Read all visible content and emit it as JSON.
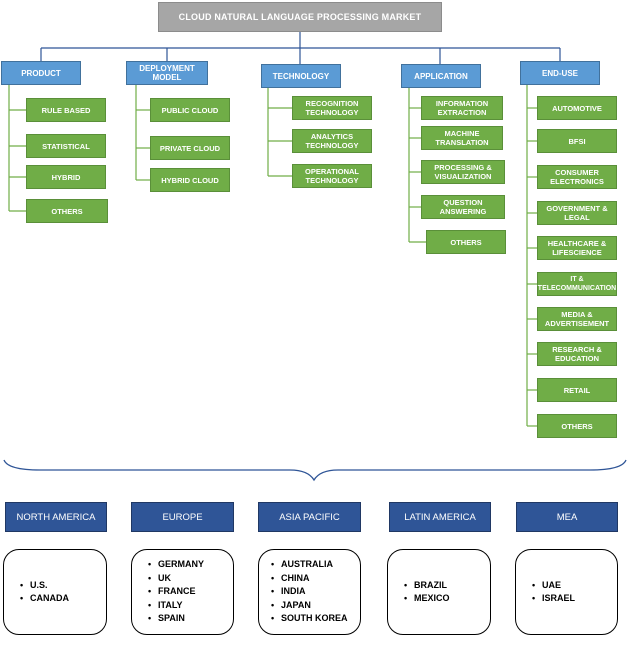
{
  "title": "CLOUD NATURAL LANGUAGE PROCESSING MARKET",
  "categories": [
    {
      "label": "PRODUCT",
      "items": [
        "RULE BASED",
        "STATISTICAL",
        "HYBRID",
        "OTHERS"
      ]
    },
    {
      "label": "DEPLOYMENT MODEL",
      "items": [
        "PUBLIC CLOUD",
        "PRIVATE CLOUD",
        "HYBRID CLOUD"
      ]
    },
    {
      "label": "TECHNOLOGY",
      "items": [
        "RECOGNITION TECHNOLOGY",
        "ANALYTICS TECHNOLOGY",
        "OPERATIONAL TECHNOLOGY"
      ]
    },
    {
      "label": "APPLICATION",
      "items": [
        "INFORMATION EXTRACTION",
        "MACHINE TRANSLATION",
        "PROCESSING & VISUALIZATION",
        "QUESTION ANSWERING",
        "OTHERS"
      ]
    },
    {
      "label": "END-USE",
      "items": [
        "AUTOMOTIVE",
        "BFSI",
        "CONSUMER ELECTRONICS",
        "GOVERNMENT & LEGAL",
        "HEALTHCARE & LIFESCIENCE",
        "IT & TELECOMMUNICATION",
        "MEDIA & ADVERTISEMENT",
        "RESEARCH & EDUCATION",
        "RETAIL",
        "OTHERS"
      ]
    }
  ],
  "regions": [
    {
      "label": "NORTH AMERICA",
      "countries": [
        "U.S.",
        "CANADA"
      ]
    },
    {
      "label": "EUROPE",
      "countries": [
        "GERMANY",
        "UK",
        "FRANCE",
        "ITALY",
        "SPAIN"
      ]
    },
    {
      "label": "ASIA PACIFIC",
      "countries": [
        "AUSTRALIA",
        "CHINA",
        "INDIA",
        "JAPAN",
        "SOUTH KOREA"
      ]
    },
    {
      "label": "LATIN AMERICA",
      "countries": [
        "BRAZIL",
        "MEXICO"
      ]
    },
    {
      "label": "MEA",
      "countries": [
        "UAE",
        "ISRAEL"
      ]
    }
  ],
  "colors": {
    "title": "#a6a6a6",
    "category": "#5b9bd5",
    "leaf": "#70ad47",
    "region": "#2f5597",
    "connector": "#70ad47",
    "hub_line": "#2f5597"
  }
}
